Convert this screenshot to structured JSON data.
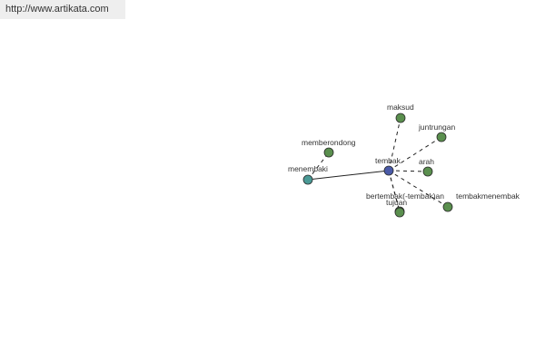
{
  "watermark": {
    "url": "http://www.artikata.com"
  },
  "graph": {
    "center": {
      "label": "tembak",
      "color": "#4a5aa8"
    },
    "nodes": [
      {
        "id": "maksud",
        "label": "maksud",
        "color": "#5a8f4e",
        "link": "dashed"
      },
      {
        "id": "juntrungan",
        "label": "juntrungan",
        "color": "#5a8f4e",
        "link": "dashed"
      },
      {
        "id": "arah",
        "label": "arah",
        "color": "#5a8f4e",
        "link": "dashed"
      },
      {
        "id": "bertembak",
        "label": "bertembak(-tembak)an",
        "color": "#5a8f4e",
        "link": "dashed"
      },
      {
        "id": "tujuan",
        "label": "tujuan",
        "color": "#5a8f4e",
        "link": "dashed"
      },
      {
        "id": "tembakmenembak",
        "label": "tembakmenembak",
        "color": "#5a8f4e",
        "link": "dashed"
      },
      {
        "id": "menembaki",
        "label": "menembaki",
        "color": "#4a9a96",
        "link": "solid"
      },
      {
        "id": "memberondong",
        "label": "memberondong",
        "color": "#5a8f4e",
        "link": "dashed",
        "from": "menembaki"
      }
    ]
  }
}
